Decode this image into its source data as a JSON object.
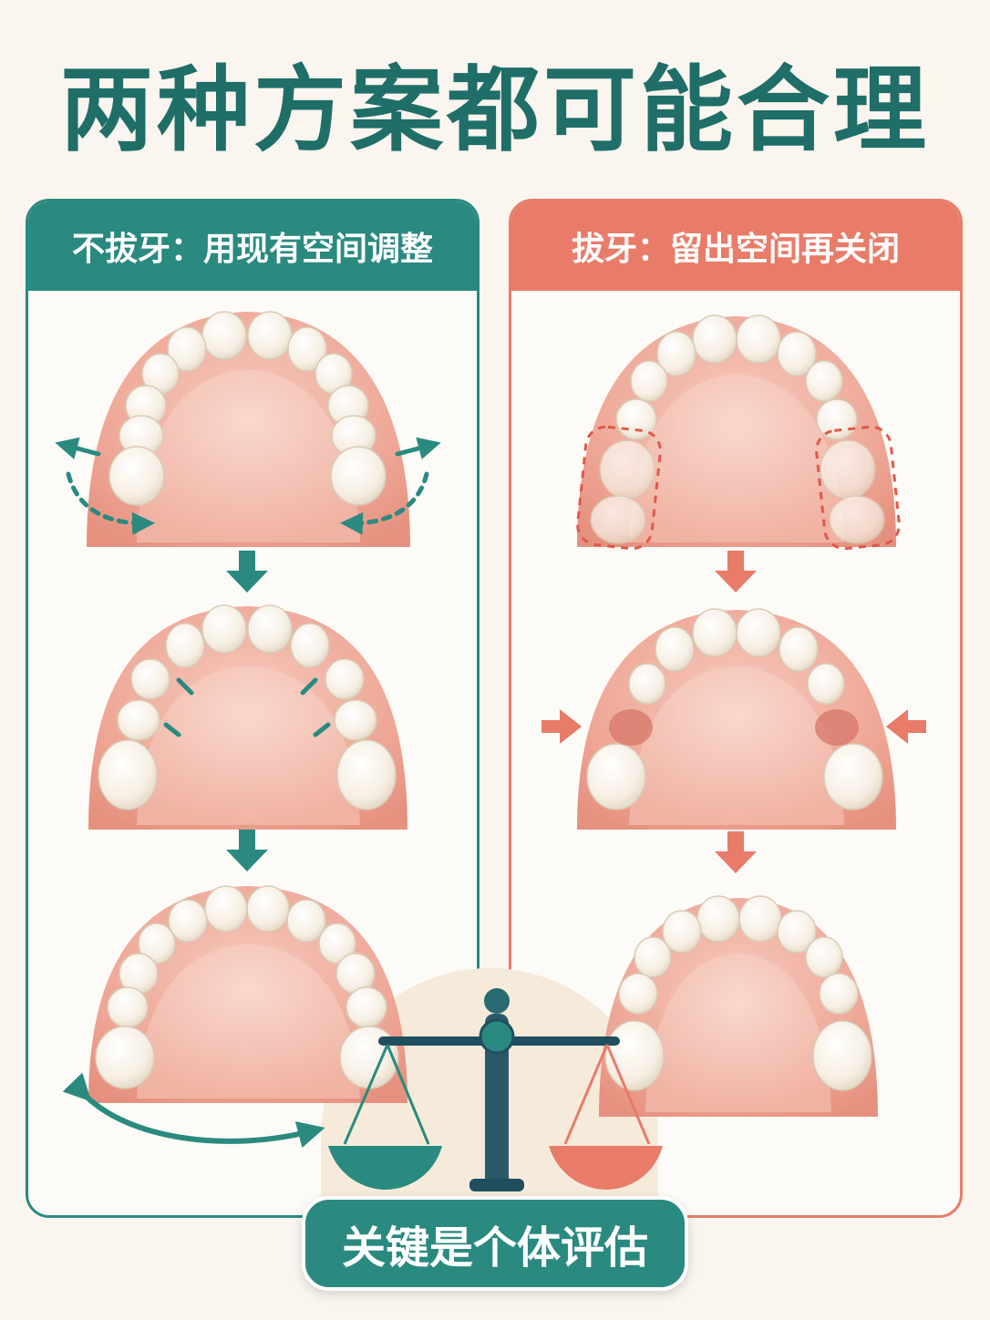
{
  "title": "两种方案都可能合理",
  "left_panel": {
    "header": "不拔牙：用现有空间调整",
    "accent_color": "#2a8a80"
  },
  "right_panel": {
    "header": "拔牙：留出空间再关闭",
    "accent_color": "#e87c69"
  },
  "conclusion": "关键是个体评估",
  "icons": [
    "upper-arch-icon",
    "down-arrow-icon",
    "expansion-arrow-icon",
    "scale-icon",
    "extraction-gap-icon",
    "inward-arrow-icon"
  ]
}
